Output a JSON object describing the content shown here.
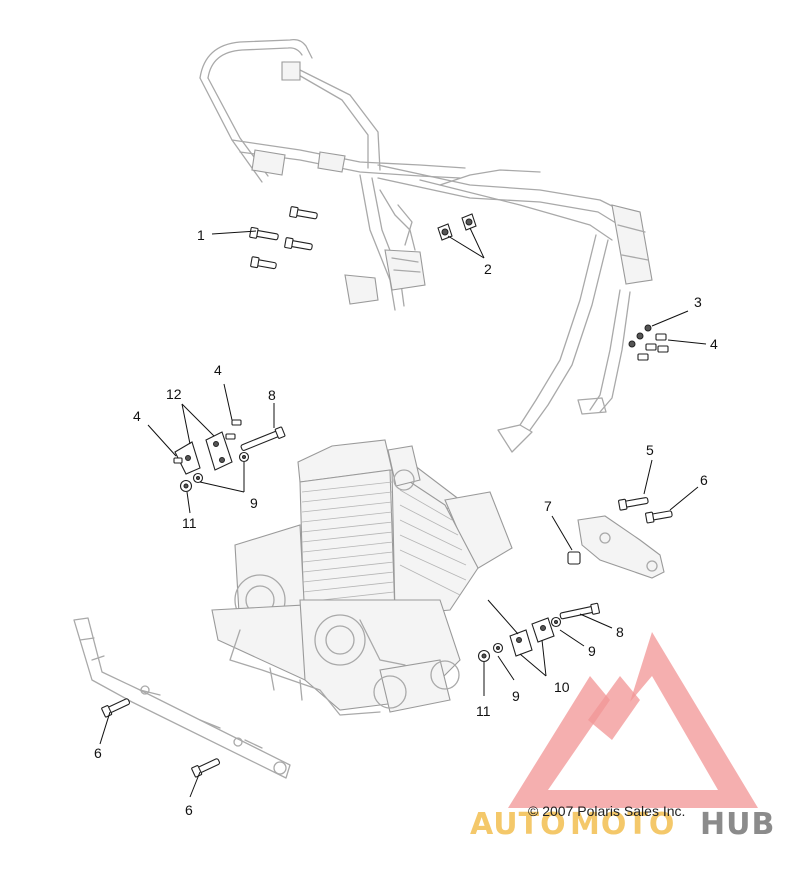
{
  "callouts": [
    {
      "id": "c1",
      "text": "1"
    },
    {
      "id": "c2",
      "text": "2"
    },
    {
      "id": "c3",
      "text": "3"
    },
    {
      "id": "c4a",
      "text": "4"
    },
    {
      "id": "c4b",
      "text": "4"
    },
    {
      "id": "c4c",
      "text": "4"
    },
    {
      "id": "c5",
      "text": "5"
    },
    {
      "id": "c6a",
      "text": "6"
    },
    {
      "id": "c6b",
      "text": "6"
    },
    {
      "id": "c6c",
      "text": "6"
    },
    {
      "id": "c7",
      "text": "7"
    },
    {
      "id": "c8a",
      "text": "8"
    },
    {
      "id": "c8b",
      "text": "8"
    },
    {
      "id": "c9a",
      "text": "9"
    },
    {
      "id": "c9b",
      "text": "9"
    },
    {
      "id": "c9c",
      "text": "9"
    },
    {
      "id": "c10",
      "text": "10"
    },
    {
      "id": "c11a",
      "text": "11"
    },
    {
      "id": "c11b",
      "text": "11"
    },
    {
      "id": "c12",
      "text": "12"
    }
  ],
  "copyright": "© 2007 Polaris Sales Inc.",
  "watermark": {
    "part1": "AUTO",
    "part2": "MOTO",
    "part3": "HUB",
    "color_orange": "#f3c35a",
    "color_red": "#f08a8a",
    "color_gray": "#7f7f7f"
  }
}
